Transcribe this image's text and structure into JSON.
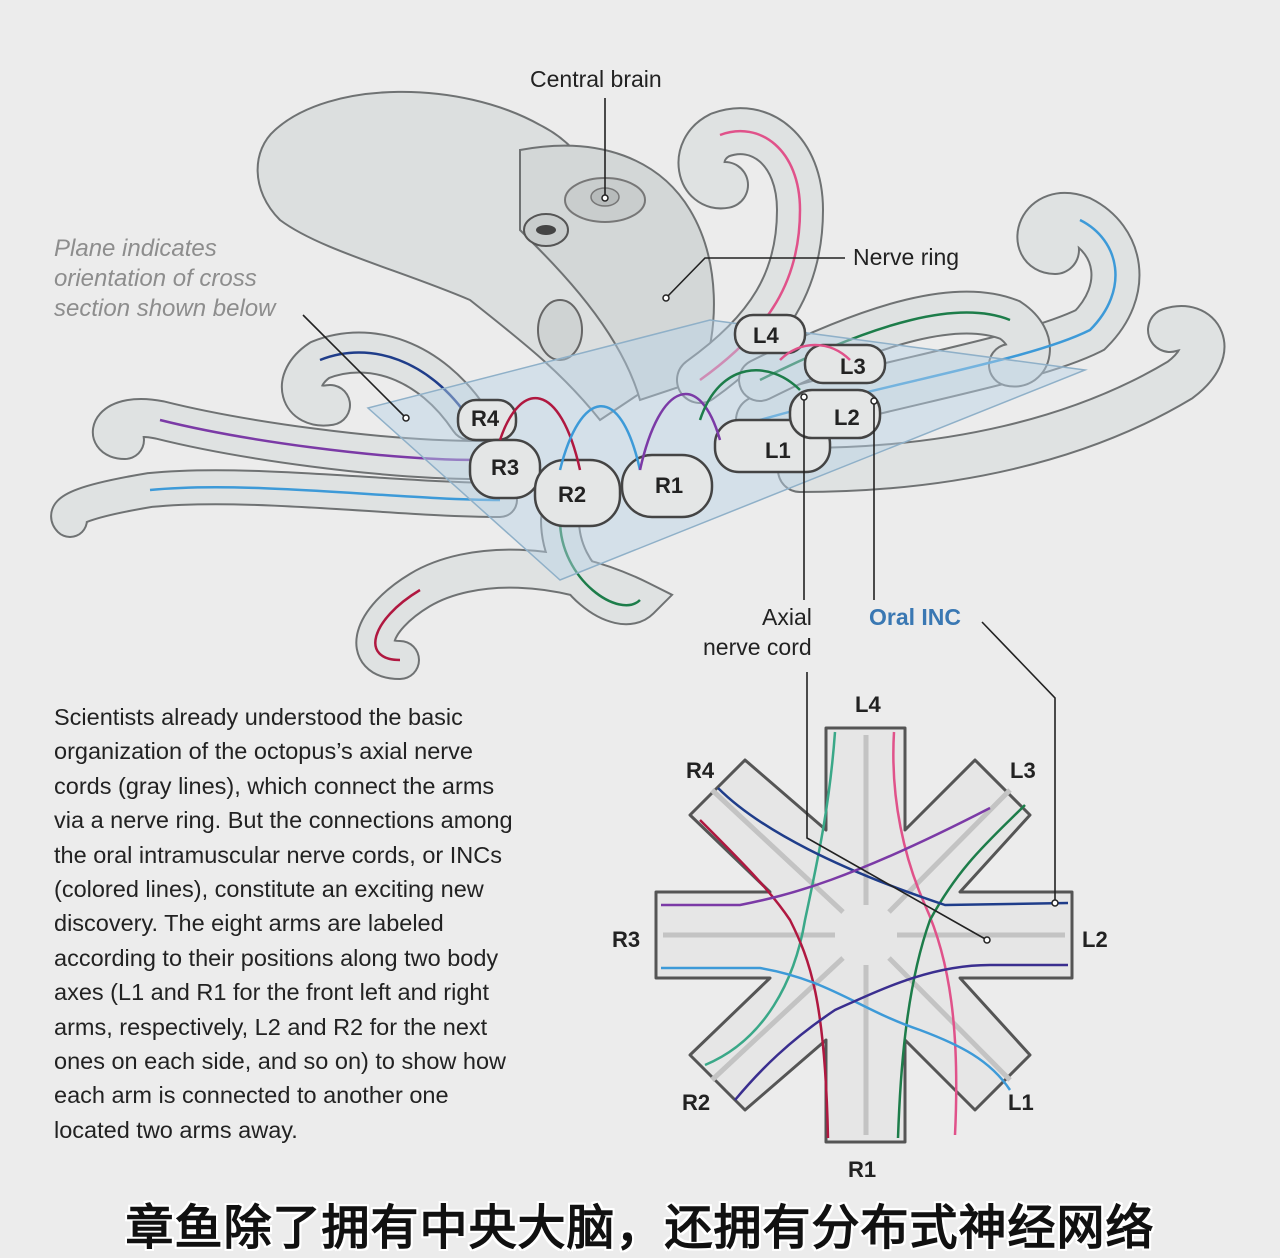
{
  "labels": {
    "central_brain": "Central brain",
    "nerve_ring": "Nerve ring",
    "axial_nerve_cord_line1": "Axial",
    "axial_nerve_cord_line2": "nerve cord",
    "oral_inc": "Oral INC"
  },
  "plane_note": [
    "Plane indicates",
    "orientation of cross",
    "section shown below"
  ],
  "arms_top": [
    "L4",
    "L3",
    "L2",
    "L1",
    "R1",
    "R2",
    "R3",
    "R4"
  ],
  "cross_section_arms": {
    "L4": "L4",
    "L3": "L3",
    "L2": "L2",
    "L1": "L1",
    "R1": "R1",
    "R2": "R2",
    "R3": "R3",
    "R4": "R4"
  },
  "body_text": [
    "Scientists already understood the basic",
    "organization of the octopus’s axial nerve",
    "cords (gray lines), which connect the arms",
    "via a nerve ring. But the connections among",
    "the oral intramuscular nerve cords, or INCs",
    "(colored lines), constitute an exciting new",
    "discovery. The eight arms are labeled",
    "according to their positions along two body",
    "axes (L1 and R1 for the front left and right",
    "arms, respectively, L2 and R2 for the next",
    "ones on each side, and so on) to show how",
    "each arm is connected to another one",
    "located two arms away."
  ],
  "caption": "章鱼除了拥有中央大脑，还拥有分布式神经网络",
  "colors": {
    "background": "#ececec",
    "oral_inc_label": "#3a78b3",
    "inc_red": "#b01840",
    "inc_pink": "#e0528a",
    "inc_navy": "#1f3d8a",
    "inc_purple": "#7b3aa6",
    "inc_green": "#1d7d4a",
    "inc_teal": "#3aa888",
    "inc_sky": "#3d9ad8",
    "inc_indigo": "#3a2e8f",
    "axial_gray": "#c3c3c3"
  }
}
